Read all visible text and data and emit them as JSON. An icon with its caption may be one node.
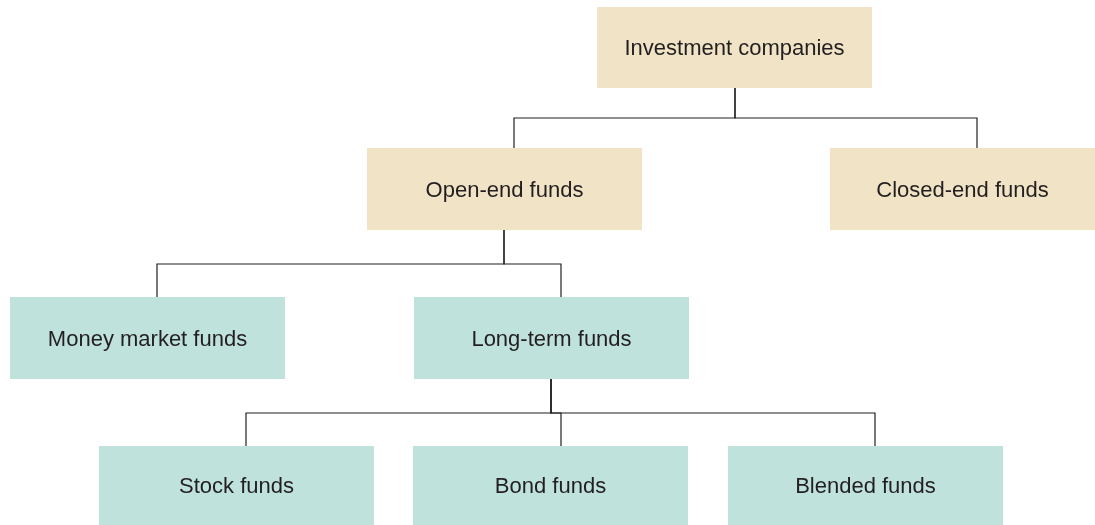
{
  "diagram": {
    "nodes": [
      {
        "text": [
          "Investment companies"
        ]
      },
      {
        "text": [
          "Open-end funds"
        ]
      },
      {
        "text": [
          "Closed-end funds"
        ]
      },
      {
        "text": [
          "Money market funds"
        ]
      },
      {
        "text": [
          "Long-term funds"
        ]
      },
      {
        "text": [
          "Stock funds"
        ]
      },
      {
        "text": [
          "Bond funds"
        ]
      },
      {
        "text": [
          "Blended funds"
        ]
      }
    ],
    "edges": [
      {
        "from": 0,
        "to": 1,
        "arrow": "none"
      },
      {
        "from": 0,
        "to": 2,
        "arrow": "none"
      },
      {
        "from": 1,
        "to": 3,
        "arrow": "none"
      },
      {
        "from": 1,
        "to": 4,
        "arrow": "none"
      },
      {
        "from": 4,
        "to": 5,
        "arrow": "none"
      },
      {
        "from": 4,
        "to": 6,
        "arrow": "none"
      },
      {
        "from": 4,
        "to": 7,
        "arrow": "none"
      }
    ]
  }
}
